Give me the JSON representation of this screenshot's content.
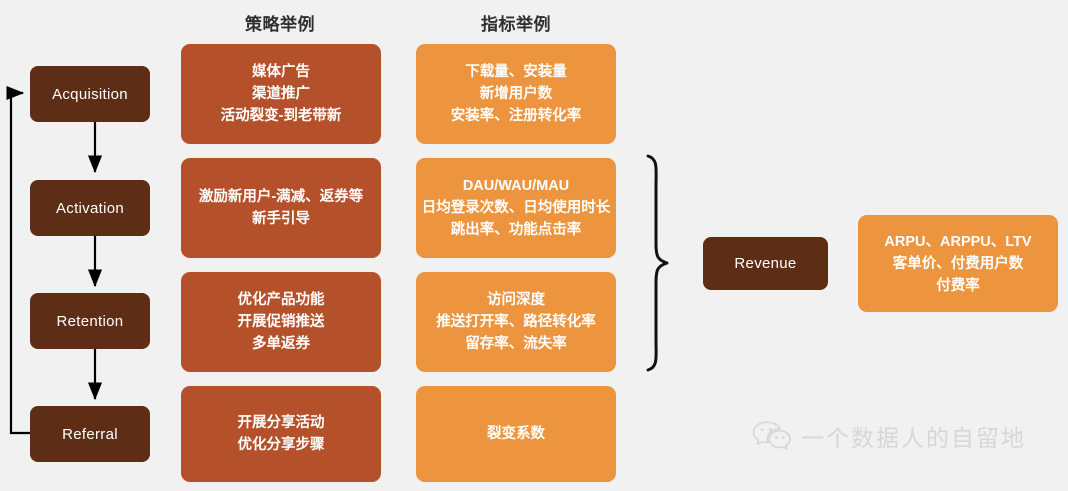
{
  "background_color": "#f1f1f1",
  "palette": {
    "stage": "#5e2d16",
    "strategy": "#b5512a",
    "metric": "#ed943f",
    "text_light": "#ffffff",
    "heading": "#2f2f2f",
    "connector": "#000000",
    "watermark": "#d7d7d7"
  },
  "headings": {
    "strategy": "策略举例",
    "metric": "指标举例"
  },
  "stages": [
    {
      "id": "acquisition",
      "label": "Acquisition"
    },
    {
      "id": "activation",
      "label": "Activation"
    },
    {
      "id": "retention",
      "label": "Retention"
    },
    {
      "id": "referral",
      "label": "Referral"
    },
    {
      "id": "revenue",
      "label": "Revenue"
    }
  ],
  "strategies": [
    {
      "stage": "acquisition",
      "lines": [
        "媒体广告",
        "渠道推广",
        "活动裂变-到老带新"
      ]
    },
    {
      "stage": "activation",
      "lines": [
        "激励新用户-满减、返券等",
        "新手引导"
      ]
    },
    {
      "stage": "retention",
      "lines": [
        "优化产品功能",
        "开展促销推送",
        "多单返券"
      ]
    },
    {
      "stage": "referral",
      "lines": [
        "开展分享活动",
        "优化分享步骤"
      ]
    }
  ],
  "metrics": [
    {
      "stage": "acquisition",
      "lines": [
        "下载量、安装量",
        "新增用户数",
        "安装率、注册转化率"
      ]
    },
    {
      "stage": "activation",
      "lines": [
        "DAU/WAU/MAU",
        "日均登录次数、日均使用时长",
        "跳出率、功能点击率"
      ]
    },
    {
      "stage": "retention",
      "lines": [
        "访问深度",
        "推送打开率、路径转化率",
        "留存率、流失率"
      ]
    },
    {
      "stage": "referral",
      "lines": [
        "裂变系数"
      ]
    },
    {
      "stage": "revenue",
      "lines": [
        "ARPU、ARPPU、LTV",
        "客单价、付费用户数",
        "付费率"
      ]
    }
  ],
  "watermark": {
    "icon": "wechat-icon",
    "text": "一个数据人的自留地"
  }
}
